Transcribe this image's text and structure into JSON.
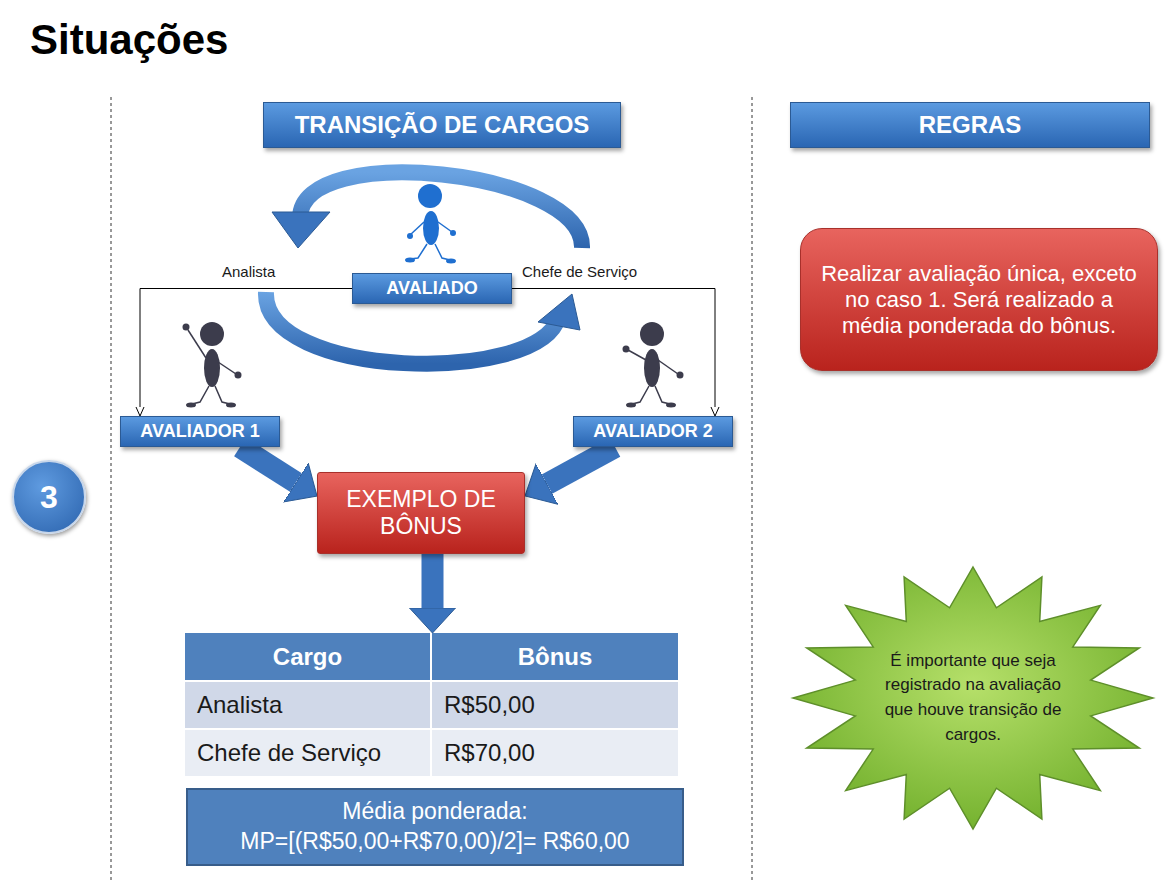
{
  "diagram": {
    "title": "Situações",
    "nodes": [
      {
        "text": [
          "3"
        ]
      },
      {
        "text": [
          "TRANSIÇÃO DE CARGOS"
        ]
      },
      {
        "text": [
          "AVALIADO"
        ]
      },
      {
        "text": [
          "AVALIADOR 1"
        ]
      },
      {
        "text": [
          "AVALIADOR 2"
        ]
      },
      {
        "text": [
          "EXEMPLO DE BÔNUS"
        ]
      },
      {
        "text": [
          "Cargo",
          "Bônus",
          "Analista",
          "R$50,00",
          "Chefe de Serviço",
          "R$70,00"
        ]
      },
      {
        "text": [
          "Média ponderada:",
          "MP=[(R$50,00+R$70,00)/2]= R$60,00"
        ]
      },
      {
        "text": [
          "REGRAS"
        ]
      },
      {
        "text": [
          "Realizar avaliação única, exceto no caso 1. Será realizado a média ponderada do bônus."
        ]
      },
      {
        "text": [
          "É importante que seja registrado na avaliação que houve transição de cargos."
        ]
      }
    ],
    "edges": [
      {
        "from": 2,
        "to": 3,
        "arrow": "to",
        "label": "Analista"
      },
      {
        "from": 2,
        "to": 4,
        "arrow": "to",
        "label": "Chefe de Serviço"
      },
      {
        "from": 3,
        "to": 5,
        "arrow": "to"
      },
      {
        "from": 4,
        "to": 5,
        "arrow": "to"
      },
      {
        "from": 5,
        "to": 6,
        "arrow": "to"
      }
    ]
  }
}
